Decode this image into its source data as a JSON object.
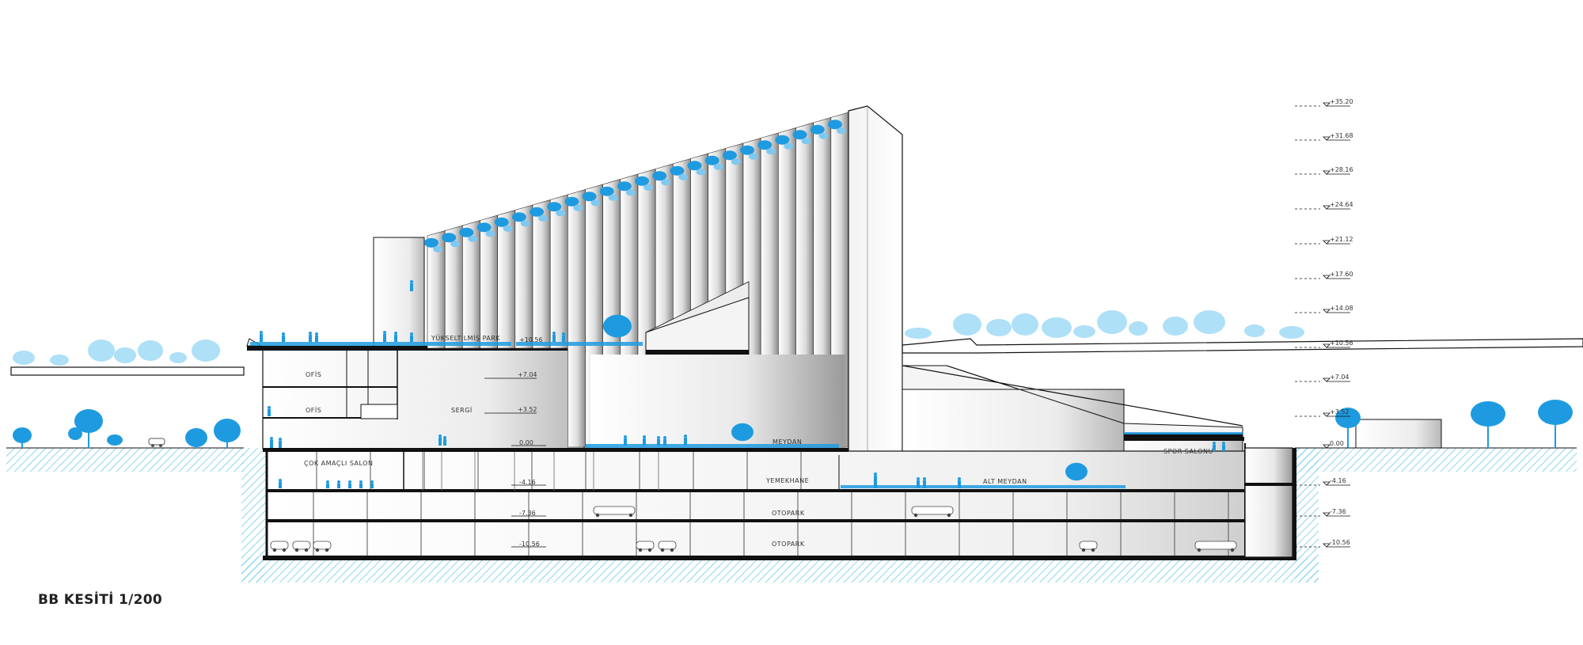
{
  "title": "BB KESİTİ  1/200",
  "colors": {
    "accent": "#1e9be0",
    "tree": "#7fc8f0",
    "hatch": "#5cc4e8",
    "line": "#111111"
  },
  "labels": {
    "ofis_1": "OFİS",
    "ofis_2": "OFİS",
    "sergi": "SERGİ",
    "yukseltilmis_park": "YÜKSELTİLMİŞ PARK",
    "meydan": "MEYDAN",
    "cok_amacli_salon": "ÇOK AMAÇLI SALON",
    "yemekhane": "YEMEKHANE",
    "alt_meydan": "ALT MEYDAN",
    "spor_salonu": "SPOR SALONU",
    "otopark_1": "OTOPARK",
    "otopark_2": "OTOPARK"
  },
  "interior_levels": {
    "l1": "+7.04",
    "l2": "+3.52",
    "l3": "0.00",
    "l4": "-4.16",
    "l5": "-7.36",
    "l6": "-10.56",
    "l7": "+10.56"
  },
  "elevation_scale": [
    "+35.20",
    "+31.68",
    "+28.16",
    "+24.64",
    "+21.12",
    "+17.60",
    "+14.08",
    "+10.56",
    "+7.04",
    "+3.52",
    "0.00",
    "-4.16",
    "-7.36",
    "-10.56"
  ]
}
